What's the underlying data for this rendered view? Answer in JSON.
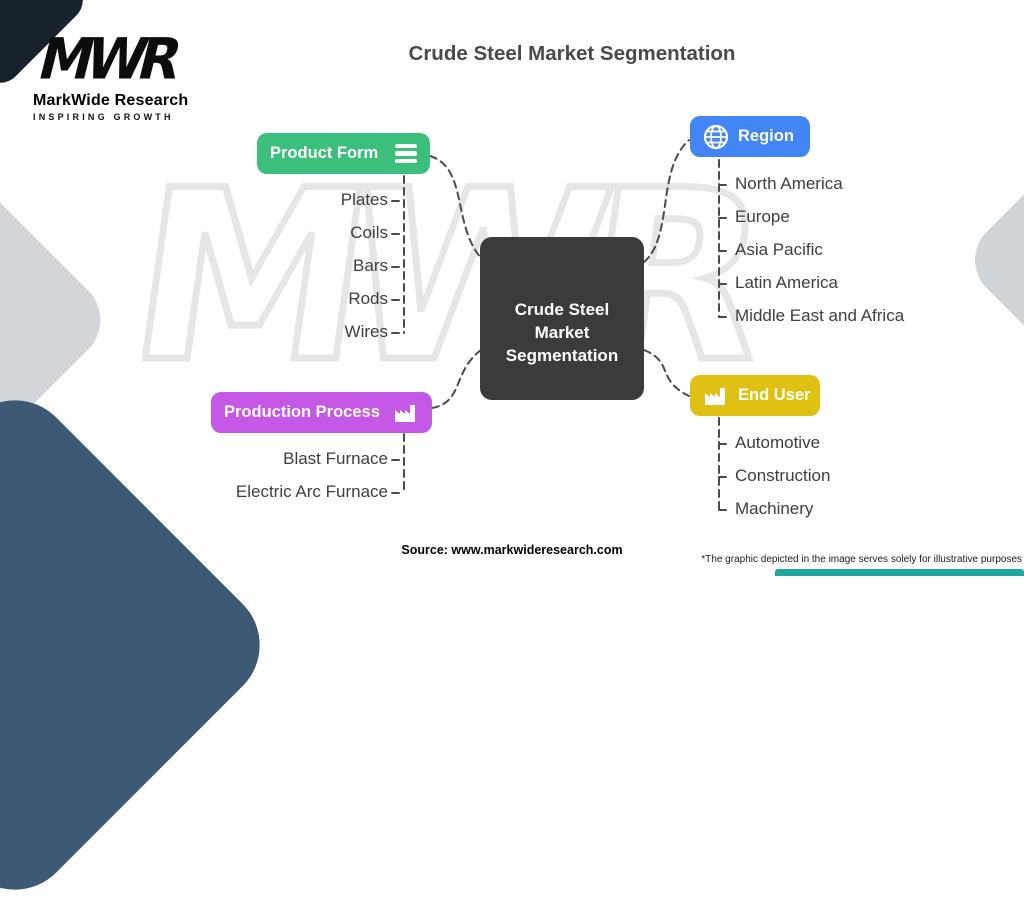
{
  "title": "Crude Steel Market Segmentation",
  "logo": {
    "monogram": "MWR",
    "brand": "MarkWide Research",
    "tagline": "Inspiring Growth"
  },
  "watermark": "MWR",
  "center": {
    "label": "Crude Steel Market Segmentation",
    "color": "#3B3B3B"
  },
  "branches": [
    {
      "id": "product-form",
      "label": "Product Form",
      "color": "#3CBE7D",
      "icon": "list-icon",
      "items": [
        "Plates",
        "Coils",
        "Bars",
        "Rods",
        "Wires"
      ]
    },
    {
      "id": "production-process",
      "label": "Production Process",
      "color": "#C558E6",
      "icon": "factory-icon",
      "items": [
        "Blast Furnace",
        "Electric Arc Furnace"
      ]
    },
    {
      "id": "region",
      "label": "Region",
      "color": "#4285F4",
      "icon": "globe-icon",
      "items": [
        "North America",
        "Europe",
        "Asia Pacific",
        "Latin America",
        "Middle East and Africa"
      ]
    },
    {
      "id": "end-user",
      "label": "End User",
      "color": "#DFC013",
      "icon": "factory-icon",
      "items": [
        "Automotive",
        "Construction",
        "Machinery"
      ]
    }
  ],
  "footer": {
    "source": "Source: www.markwideresearch.com",
    "disclaimer": "*The graphic depicted in the image serves solely for illustrative purposes"
  }
}
